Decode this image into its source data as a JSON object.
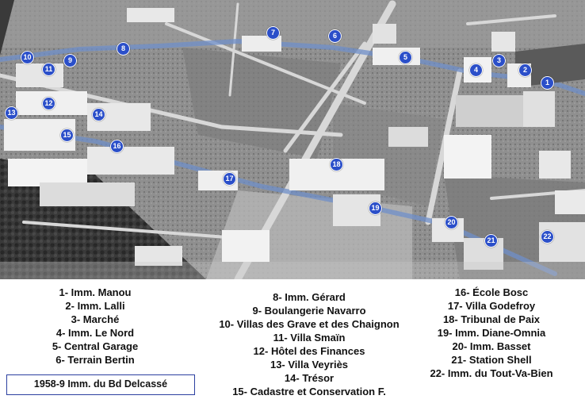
{
  "markers": [
    "1",
    "2",
    "3",
    "4",
    "5",
    "6",
    "7",
    "8",
    "9",
    "10",
    "11",
    "12",
    "13",
    "14",
    "15",
    "16",
    "17",
    "18",
    "19",
    "20",
    "21",
    "22"
  ],
  "legend": {
    "col1": [
      "1- Imm. Manou",
      "2- Imm. Lalli",
      "3- Marché",
      "4- Imm. Le Nord",
      "5- Central Garage",
      "6- Terrain Bertin"
    ],
    "col2": [
      "8- Imm. Gérard",
      "9- Boulangerie Navarro",
      "10- Villas des Grave et des Chaignon",
      "11- Villa Smaïn",
      "12- Hôtel des Finances",
      "13- Villa Veyriès",
      "14- Trésor",
      "15- Cadastre et Conservation F."
    ],
    "col3": [
      "16- École Bosc",
      "17- Villa Godefroy",
      "18- Tribunal de Paix",
      "19- Imm. Diane-Omnia",
      "20- Imm. Basset",
      "21- Station Shell",
      "22- Imm. du Tout-Va-Bien"
    ]
  },
  "caption": "1958-9 Imm. du Bd Delcassé",
  "colors": {
    "marker": "#2b4fc9",
    "boulevard": "#6f8fc9",
    "caption_border": "#2b3fa0"
  }
}
